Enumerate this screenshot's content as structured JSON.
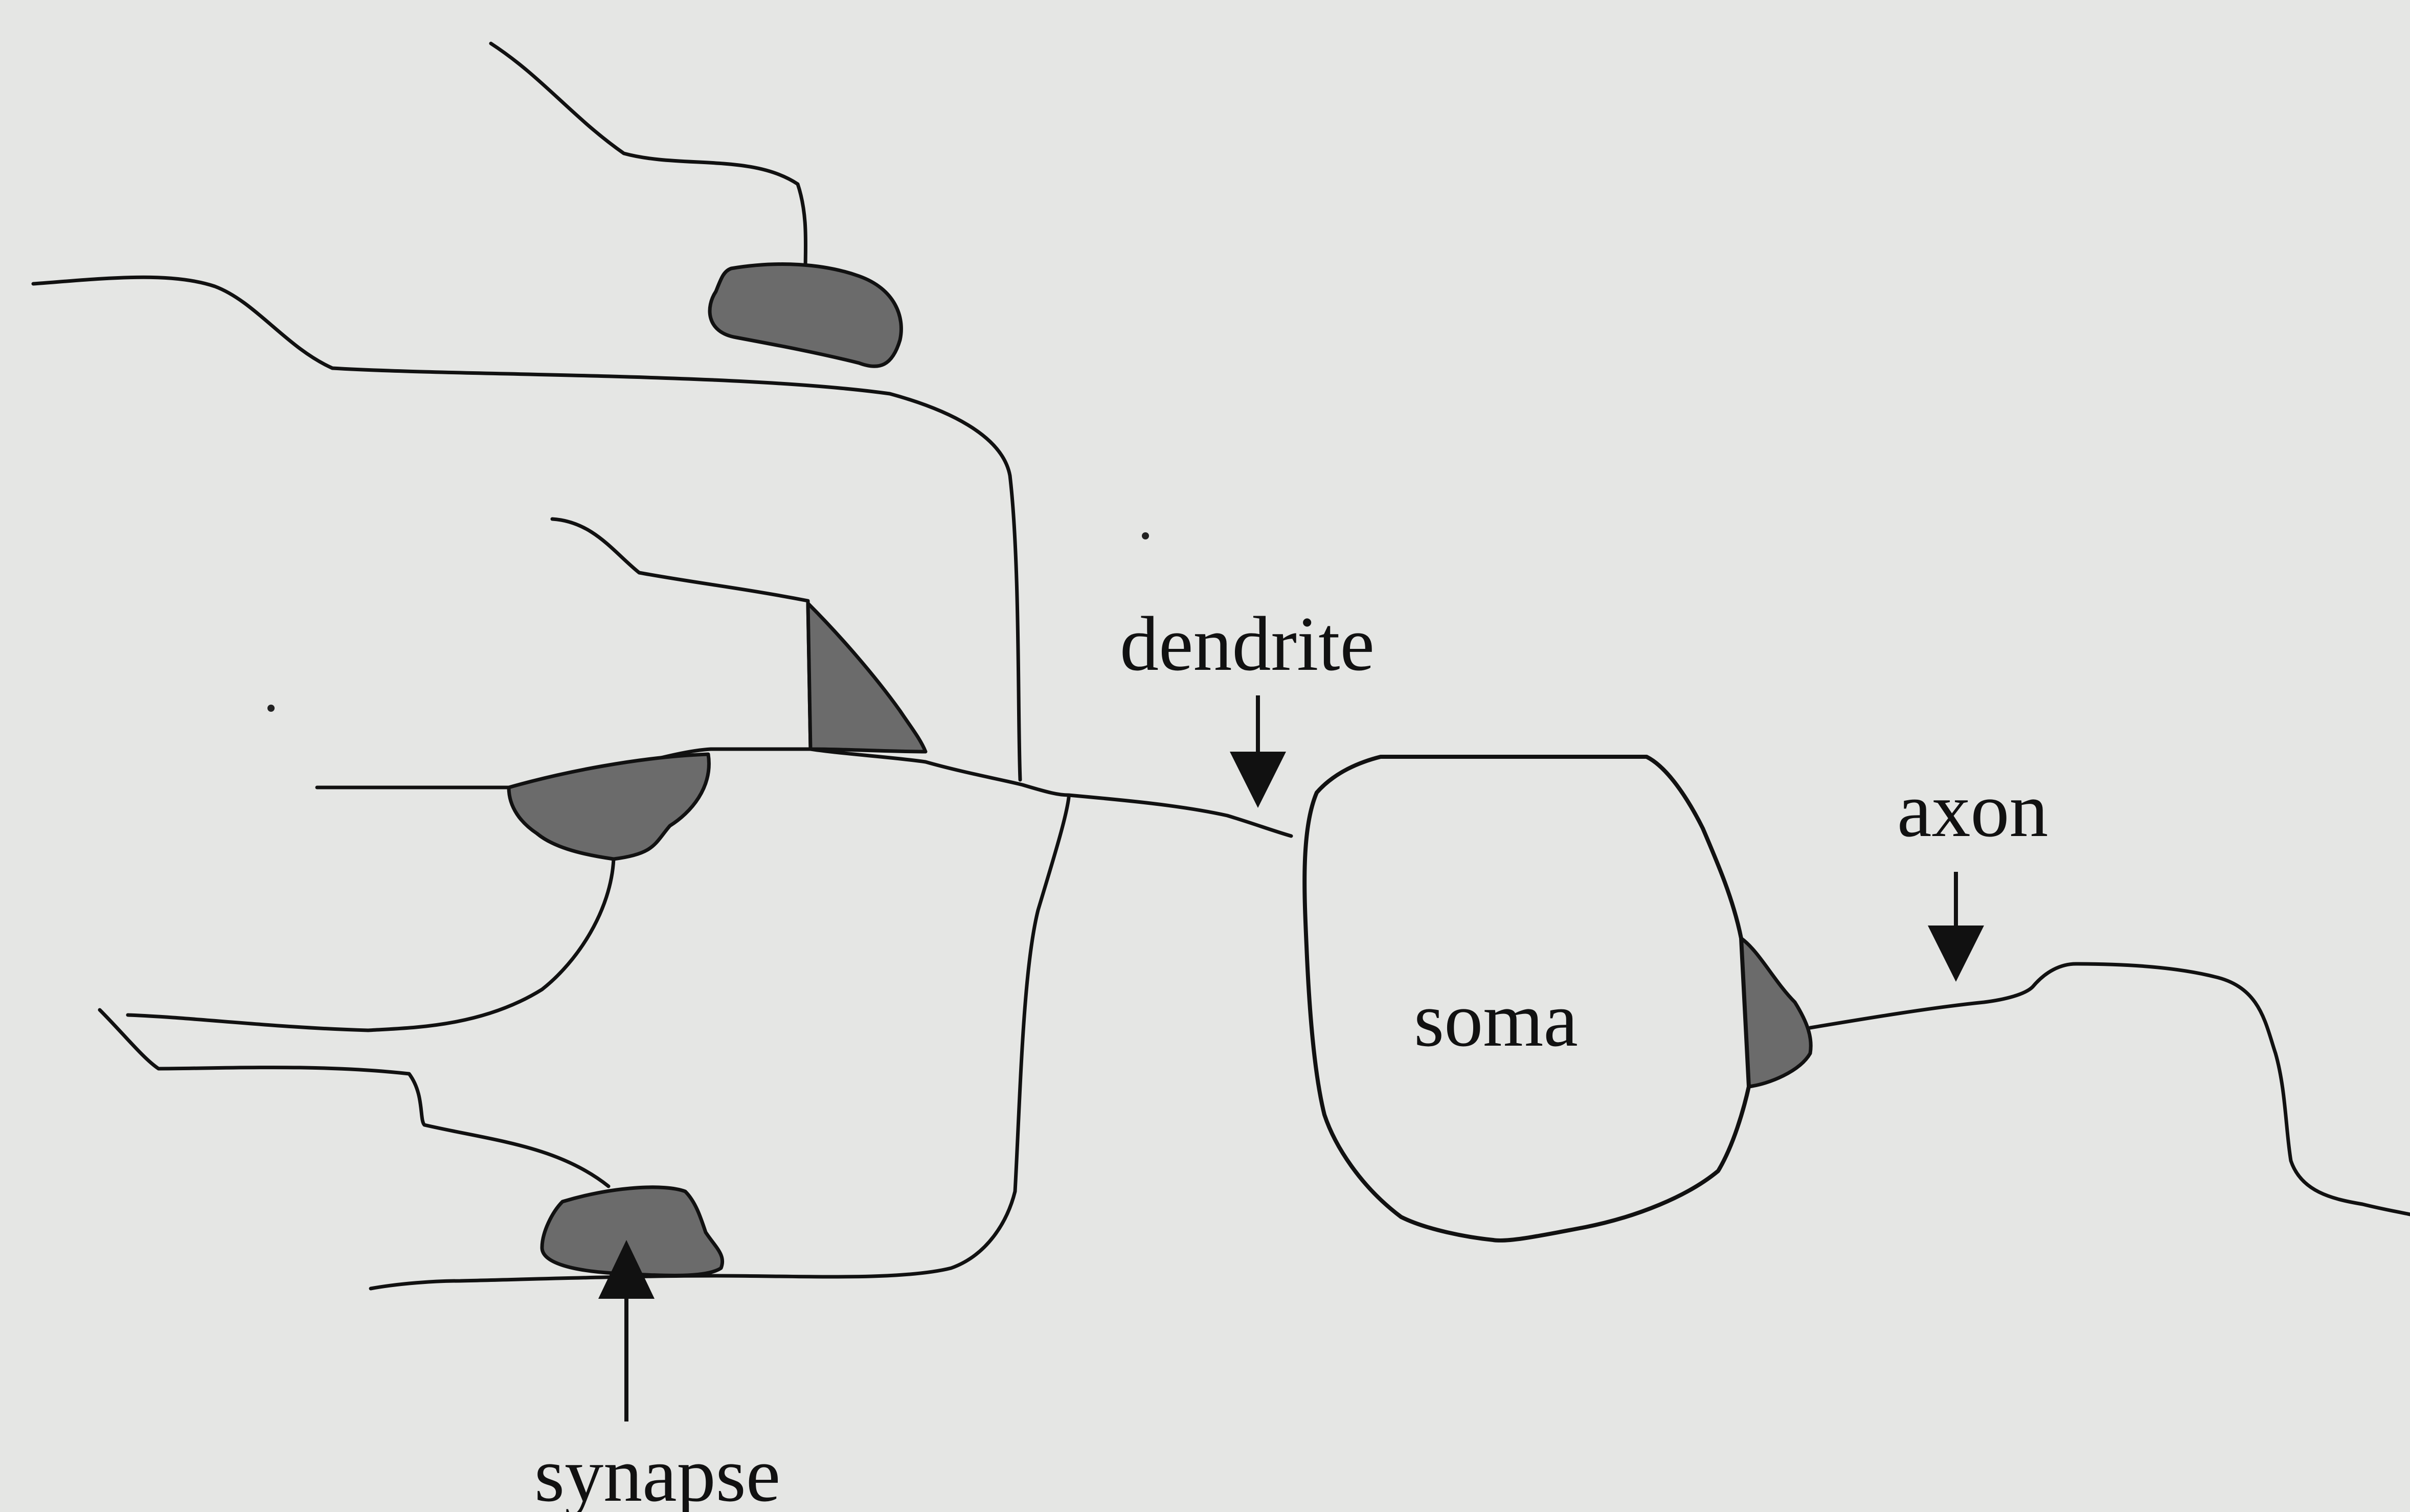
{
  "labels": {
    "dendrite": "dendrite",
    "soma": "soma",
    "axon": "axon",
    "synapse": "synapse"
  },
  "colors": {
    "background": "#e5e6e4",
    "line": "#111111",
    "synapse_fill": "#6b6b6b"
  }
}
